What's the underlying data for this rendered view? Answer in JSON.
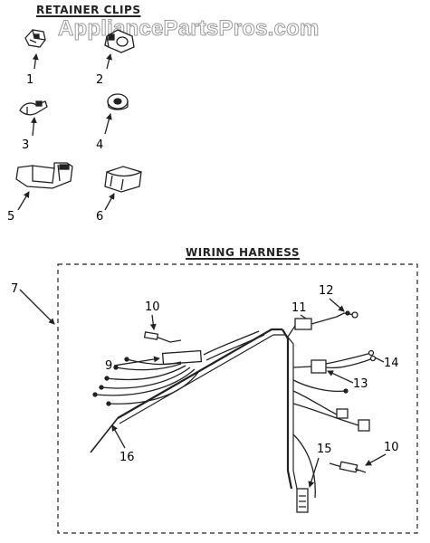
{
  "watermark": "AppliancePartsPros.com",
  "sections": {
    "retainer_clips": {
      "title": "RETAINER CLIPS"
    },
    "wiring_harness": {
      "title": "WIRING HARNESS"
    }
  },
  "callouts": {
    "c1": "1",
    "c2": "2",
    "c3": "3",
    "c4": "4",
    "c5": "5",
    "c6": "6",
    "c7": "7",
    "c9": "9",
    "c10a": "10",
    "c10b": "10",
    "c11": "11",
    "c12": "12",
    "c13": "13",
    "c14": "14",
    "c15": "15",
    "c16": "16"
  }
}
